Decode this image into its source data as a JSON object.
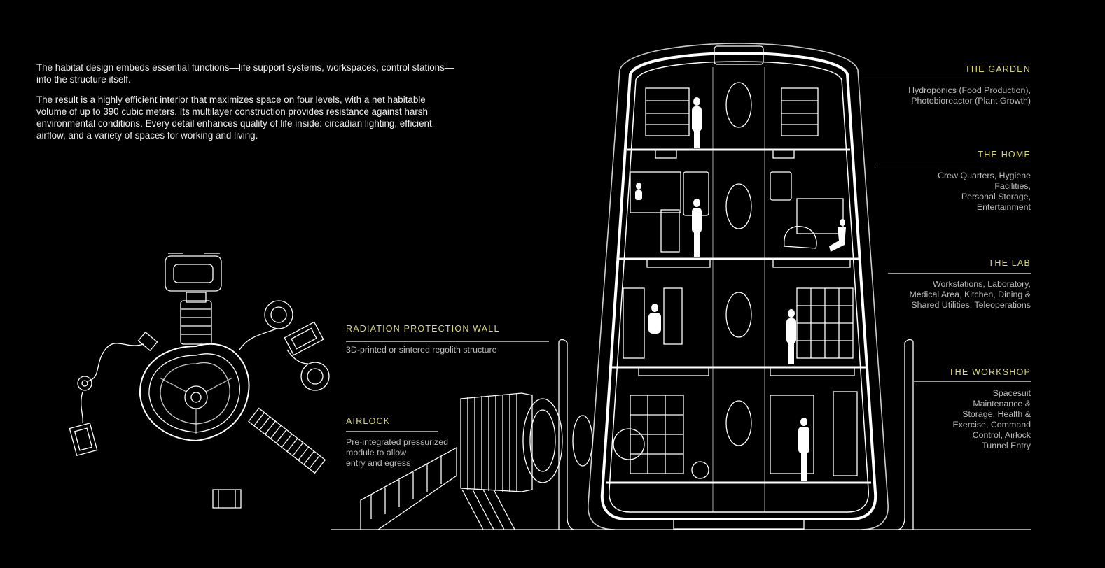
{
  "intro": {
    "p1": "The habitat design embeds essential functions—life support systems, workspaces, control stations—into the structure itself.",
    "p2": "The result is a highly efficient interior that maximizes space on four levels, with a net habitable volume of up to 390 cubic meters. Its multilayer construction provides resistance against harsh environmental conditions. Every detail enhances quality of life inside: circadian lighting, efficient airflow, and a variety of spaces for working and living."
  },
  "callouts": {
    "radiation": {
      "title": "RADIATION PROTECTION WALL",
      "desc": "3D-printed or sintered regolith structure"
    },
    "airlock": {
      "title": "AIRLOCK",
      "desc": [
        "Pre-integrated pressurized",
        "module to allow",
        "entry and egress"
      ]
    },
    "garden": {
      "title": "THE GARDEN",
      "desc": [
        "Hydroponics (Food Production),",
        "Photobioreactor (Plant Growth)"
      ]
    },
    "home": {
      "title": "THE HOME",
      "desc": [
        "Crew Quarters, Hygiene",
        "Facilities,",
        "Personal Storage,",
        "Entertainment"
      ]
    },
    "lab": {
      "title": "THE LAB",
      "desc": [
        "Workstations, Laboratory,",
        "Medical Area, Kitchen, Dining &",
        "Shared Utilities, Teleoperations"
      ]
    },
    "workshop": {
      "title": "THE WORKSHOP",
      "desc": [
        "Spacesuit",
        "Maintenance &",
        "Storage, Health &",
        "Exercise, Command",
        "Control, Airlock",
        "Tunnel Entry"
      ]
    }
  },
  "colors": {
    "accent": "#d9d77a",
    "line": "#ffffff",
    "muted": "#bdbdbd"
  }
}
